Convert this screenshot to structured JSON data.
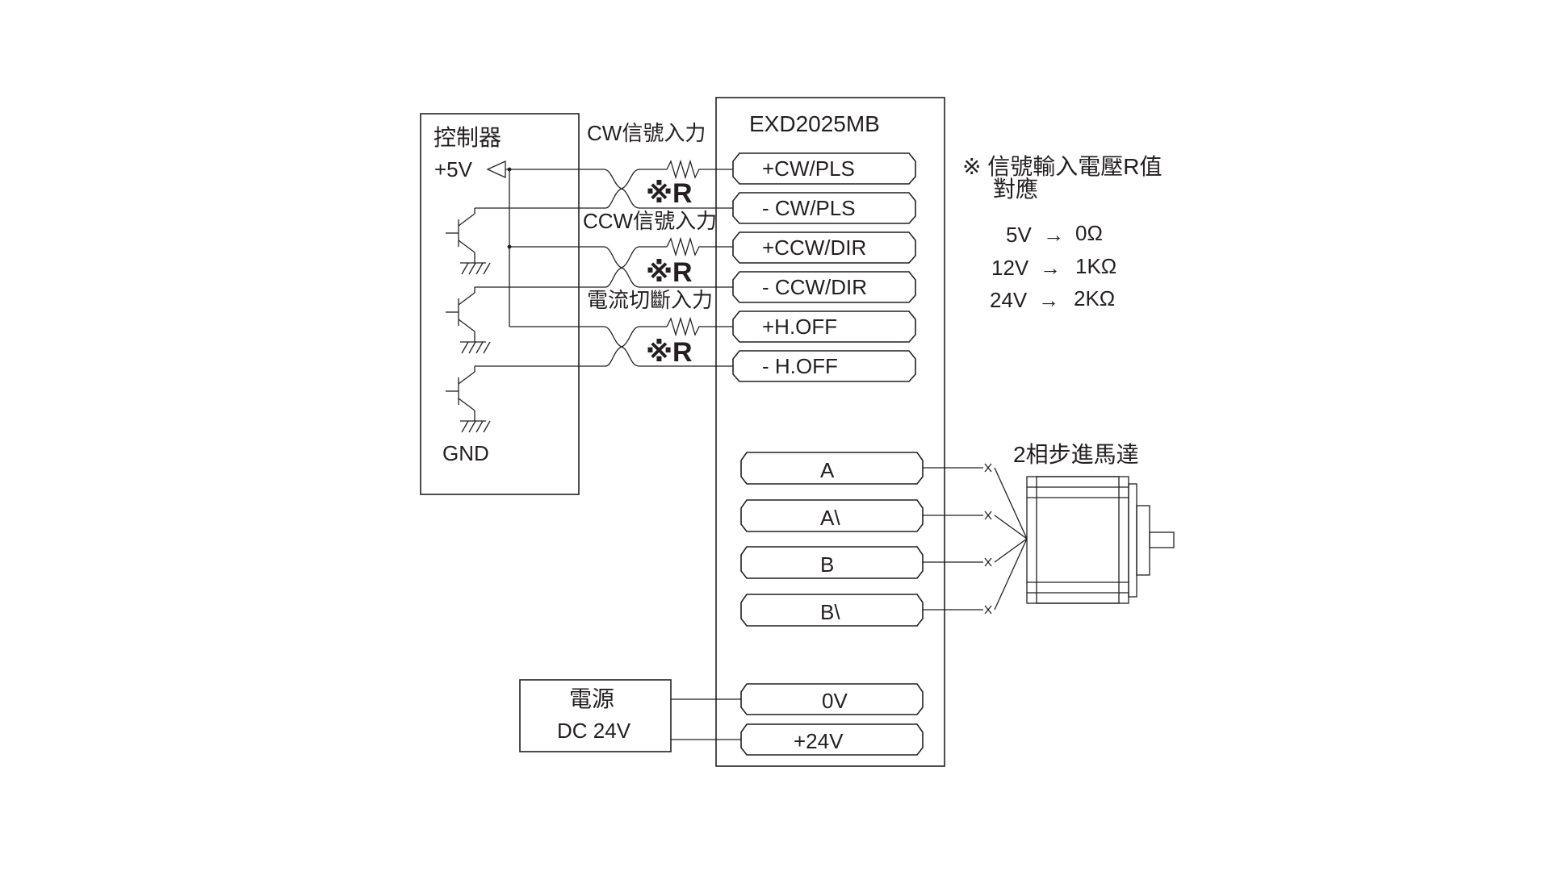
{
  "controller": {
    "title": "控制器",
    "plus5v": "+5V",
    "gnd": "GND"
  },
  "driver": {
    "model": "EXD2025MB",
    "input_terminals": [
      "+CW/PLS",
      "- CW/PLS",
      "+CCW/DIR",
      "- CCW/DIR",
      "+H.OFF",
      "- H.OFF"
    ],
    "motor_terminals": [
      "A",
      "A\\",
      "B",
      "B\\"
    ],
    "power_terminals": [
      "0V",
      "+24V"
    ]
  },
  "signals": {
    "cw_label": "CW信號入力",
    "ccw_label": "CCW信號入力",
    "hoff_label": "電流切斷入力",
    "resistor_mark": "※R"
  },
  "note": {
    "title_line1": "※ 信號輸入電壓R值",
    "title_line2": "對應",
    "rows": [
      {
        "voltage": "5V",
        "resistance": "0Ω"
      },
      {
        "voltage": "12V",
        "resistance": "1KΩ"
      },
      {
        "voltage": "24V",
        "resistance": "2KΩ"
      }
    ]
  },
  "motor": {
    "label": "2相步進馬達"
  },
  "power_supply": {
    "title": "電源",
    "spec": "DC 24V"
  },
  "colors": {
    "line": "#231f20",
    "background": "#ffffff"
  }
}
